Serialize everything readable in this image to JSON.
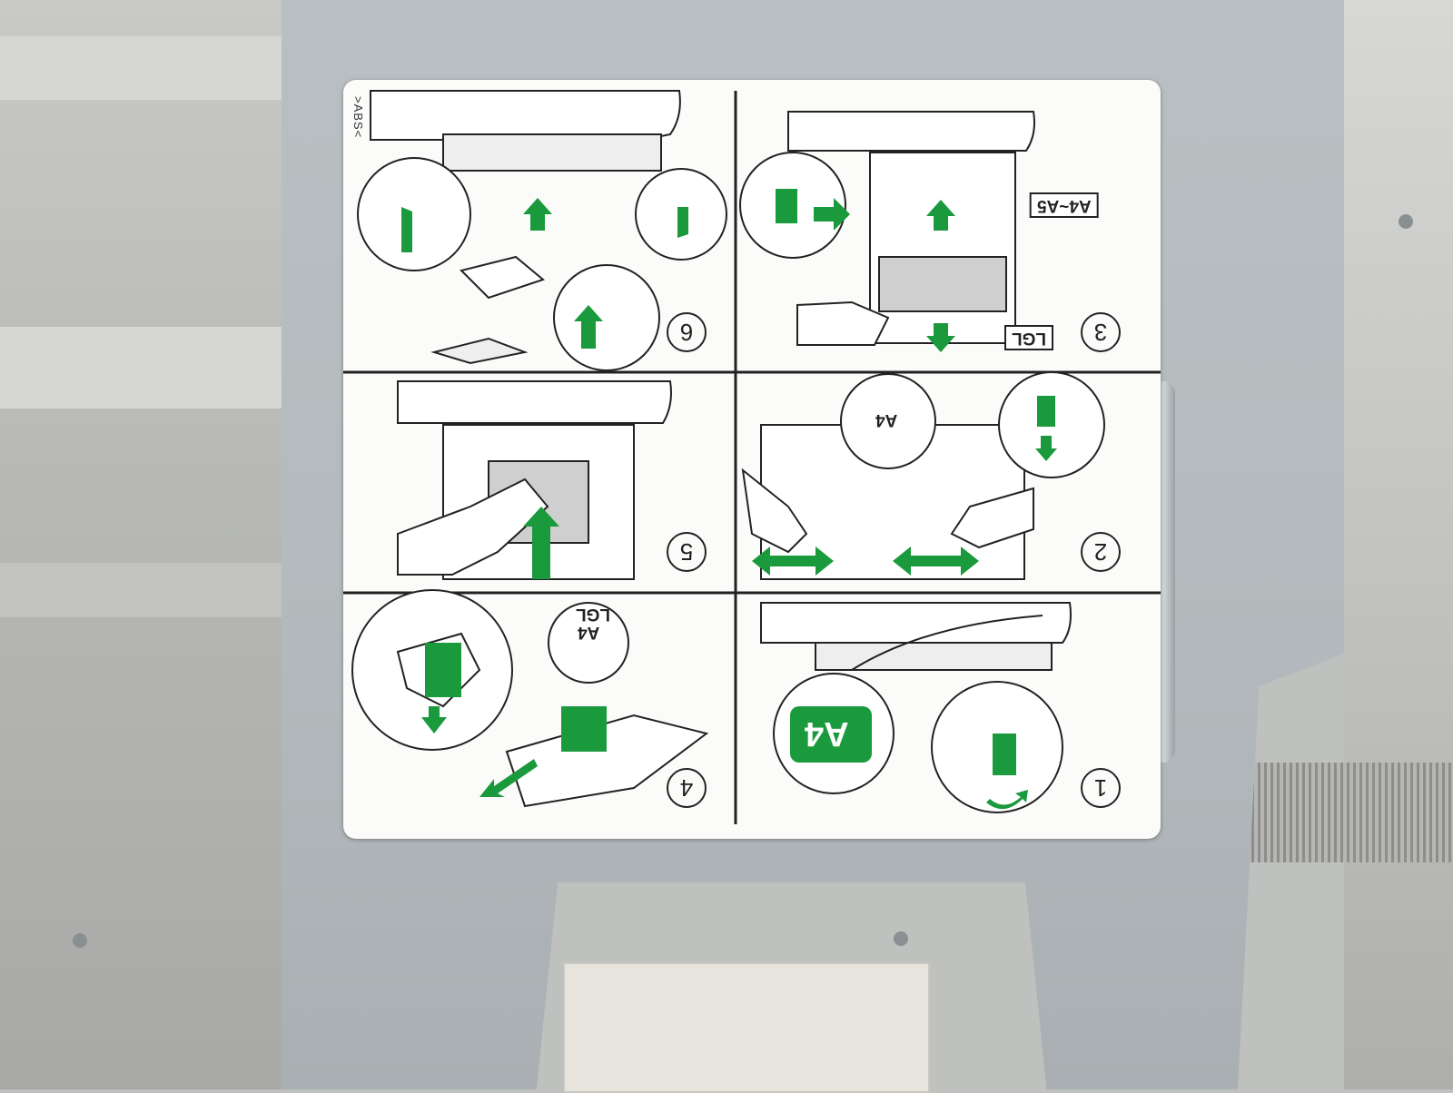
{
  "label": {
    "material_mark": ">ABS<",
    "panels": [
      {
        "step": "6"
      },
      {
        "step": "3",
        "size_tags": [
          "A4~A5",
          "LGL"
        ]
      },
      {
        "step": "5"
      },
      {
        "step": "2",
        "size_tags": [
          "A4"
        ]
      },
      {
        "step": "4",
        "size_tags": [
          "A4",
          "LGL"
        ]
      },
      {
        "step": "1",
        "size_tags": [
          "A4"
        ]
      }
    ]
  },
  "colors": {
    "accent_green": "#1a9a3c",
    "line": "#222222",
    "label_bg": "#fbfbfa",
    "metal": "#b6bcbf"
  }
}
